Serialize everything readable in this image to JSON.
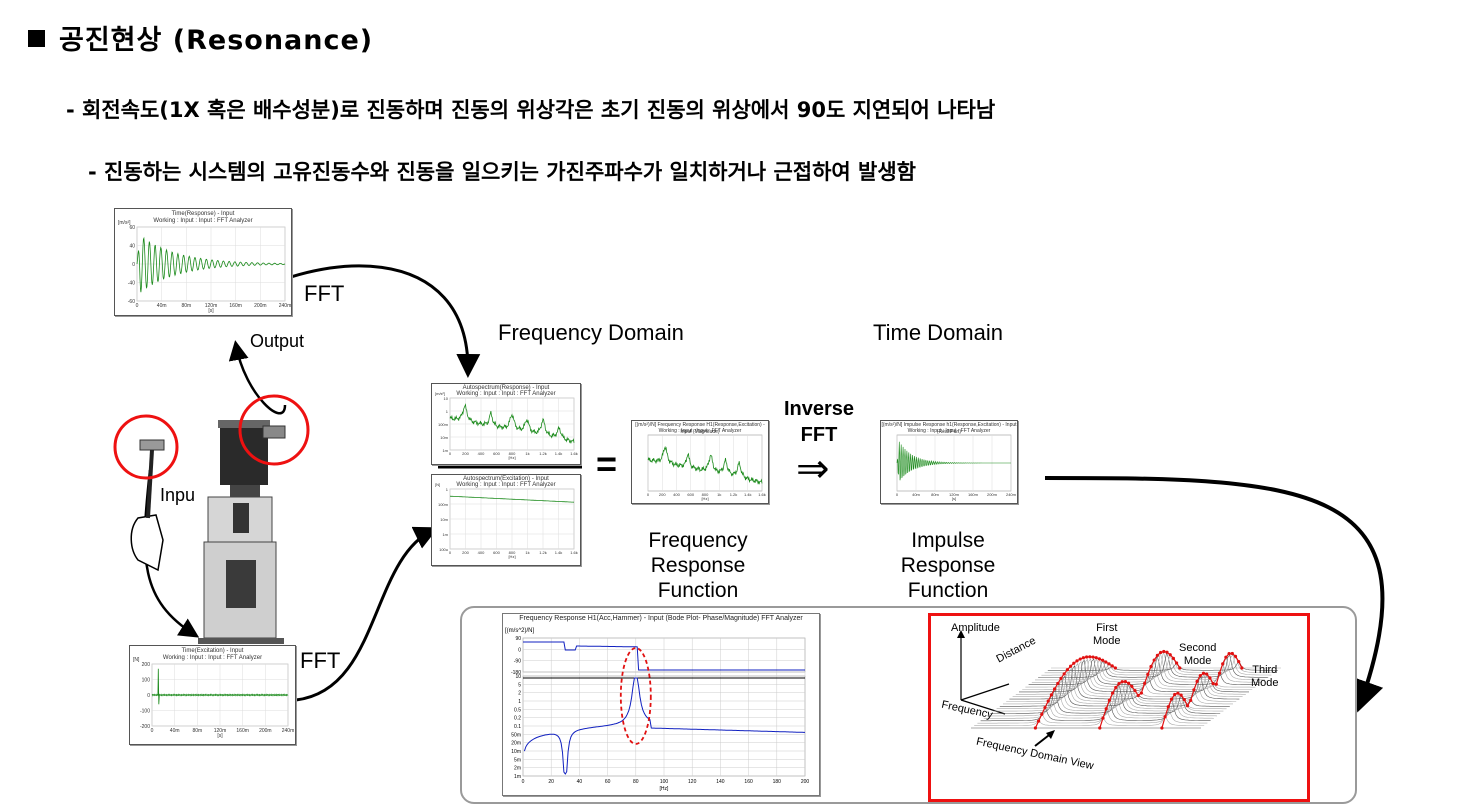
{
  "title": "공진현상 (Resonance)",
  "bullets": [
    "- 회전속도(1X 혹은 배수성분)로 진동하며 진동의 위상각은 초기 진동의 위상에서 90도 지연되어 나타남",
    "- 진동하는 시스템의 고유진동수와 진동을 일으키는 가진주파수가 일치하거나 근접하여 발생함"
  ],
  "labels": {
    "fft_top": "FFT",
    "fft_bottom": "FFT",
    "output": "Output",
    "input": "Inpu",
    "frequency_domain": "Frequency Domain",
    "time_domain": "Time Domain",
    "inverse_fft_1": "Inverse",
    "inverse_fft_2": "FFT",
    "equals": "=",
    "implies": "⇒",
    "frf_1": "Frequency",
    "frf_2": "Response",
    "frf_3": "Function",
    "irf_1": "Impulse",
    "irf_2": "Response",
    "irf_3": "Function"
  },
  "plots": {
    "time_response": {
      "title1": "Time(Response) - Input",
      "title2": "Working : Input : Input : FFT Analyzer",
      "unit": "[m/s²]",
      "yticks": [
        "60",
        "40",
        "0",
        "-40",
        "-60"
      ],
      "xticks": [
        "0",
        "40m",
        "80m",
        "120m",
        "160m",
        "200m",
        "240m"
      ],
      "xunit": "[s]"
    },
    "time_excitation": {
      "title1": "Time(Excitation) - Input",
      "title2": "Working : Input : Input : FFT Analyzer",
      "unit": "[N]",
      "yticks": [
        "200",
        "100",
        "0",
        "-100",
        "-200"
      ],
      "xticks": [
        "0",
        "40m",
        "80m",
        "120m",
        "160m",
        "200m",
        "240m"
      ],
      "xunit": "[s]"
    },
    "autospec_response": {
      "title1": "Autospectrum(Response) - Input",
      "title2": "Working : Input : Input : FFT Analyzer",
      "unit": "[m/s²]",
      "yticks": [
        "10",
        "1",
        "100m",
        "10m",
        "1m"
      ],
      "xticks": [
        "0",
        "200",
        "400",
        "600",
        "800",
        "1k",
        "1.2k",
        "1.4k",
        "1.6k"
      ],
      "xunit": "[Hz]"
    },
    "autospec_excitation": {
      "title1": "Autospectrum(Excitation) - Input",
      "title2": "Working : Input : Input : FFT Analyzer",
      "unit": "[N]",
      "yticks": [
        "1",
        "100m",
        "10m",
        "1m",
        "100u"
      ],
      "xticks": [
        "0",
        "200",
        "400",
        "600",
        "800",
        "1k",
        "1.2k",
        "1.4k",
        "1.6k"
      ],
      "xunit": "[Hz]"
    },
    "frf": {
      "title1": "[(m/s²)/N] Frequency Response H1(Response,Excitation) - Input (Magnitude)",
      "title2": "Working : Input : Input : FFT Analyzer",
      "xticks": [
        "0",
        "200",
        "400",
        "600",
        "800",
        "1k",
        "1.2k",
        "1.4k",
        "1.6k"
      ],
      "xunit": "[Hz]"
    },
    "irf": {
      "title1": "[(m/s²)/N] Impulse Response h1(Response,Excitation) - Input (Real Part)",
      "title2": "Working : Input : Input : FFT Analyzer",
      "xticks": [
        "0",
        "40m",
        "80m",
        "120m",
        "160m",
        "200m",
        "240m"
      ],
      "xunit": "[s]"
    },
    "bode": {
      "title": "Frequency Response H1(Acc,Hammer) - Input (Bode Plot- Phase/Magnitude) FFT Analyzer",
      "unit": "[(m/s^2)/N]",
      "phase_ticks": [
        "90",
        "0",
        "-90",
        "-180"
      ],
      "mag_ticks": [
        "10",
        "5",
        "2",
        "1",
        "0.5",
        "0.2",
        "0.1",
        "50m",
        "20m",
        "10m",
        "5m",
        "2m",
        "1m"
      ],
      "xticks": [
        "0",
        "20",
        "40",
        "60",
        "80",
        "100",
        "120",
        "140",
        "160",
        "180",
        "200"
      ],
      "xunit": "[Hz]"
    }
  },
  "waterfall": {
    "amplitude": "Amplitude",
    "distance": "Distance",
    "frequency": "Frequency",
    "first_mode_1": "First",
    "first_mode_2": "Mode",
    "second_mode_1": "Second",
    "second_mode_2": "Mode",
    "third_mode_1": "Third",
    "third_mode_2": "Mode",
    "view": "Frequency Domain View"
  },
  "colors": {
    "signal_green": "#1a8a1a",
    "bode_blue": "#1020c0",
    "highlight_red": "#e11111"
  }
}
